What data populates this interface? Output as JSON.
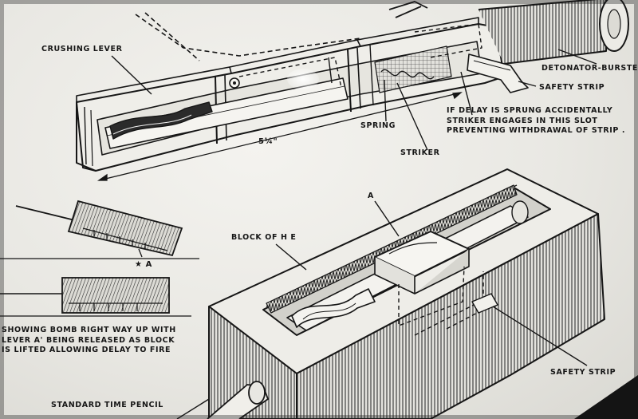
{
  "labels": {
    "crushing_lever": "CRUSHING LEVER",
    "detonator_burster": "DETONATOR-BURSTER",
    "safety_strip_top": "SAFETY STRIP",
    "delay_note": [
      "IF DELAY IS SPRUNG ACCIDENTALLY",
      "STRIKER ENGAGES IN THIS SLOT",
      "PREVENTING WITHDRAWAL OF STRIP ."
    ],
    "spring": "SPRING",
    "striker": "STRIKER",
    "dimension": "5¼\"",
    "marker_a_top": "A",
    "block_of_he": "BLOCK OF H E",
    "star_a": "★ A",
    "caption": [
      "SHOWING BOMB RIGHT WAY UP WITH",
      "LEVER A' BEING RELEASED AS BLOCK",
      "IS LIFTED ALLOWING DELAY TO FIRE"
    ],
    "safety_strip_bottom": "SAFETY STRIP",
    "standard_time_pencil": "STANDARD TIME PENCIL"
  },
  "colors": {
    "ink": "#161616",
    "paper": "#ecebe6",
    "hatch": "#3a3a3a"
  }
}
